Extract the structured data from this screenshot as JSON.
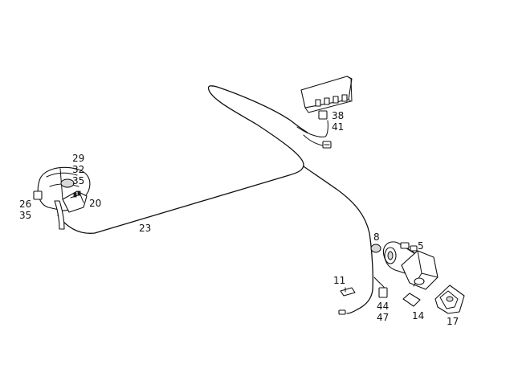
{
  "diagram": {
    "callouts": {
      "c29": "29",
      "c32": "32",
      "c35a": "35",
      "c26": "26",
      "c35b": "35",
      "c20": "20",
      "c23": "23",
      "c38": "38",
      "c41": "41",
      "c8": "8",
      "c5": "5",
      "c11": "11",
      "c44": "44",
      "c47": "47",
      "c14": "14",
      "c17": "17"
    }
  }
}
